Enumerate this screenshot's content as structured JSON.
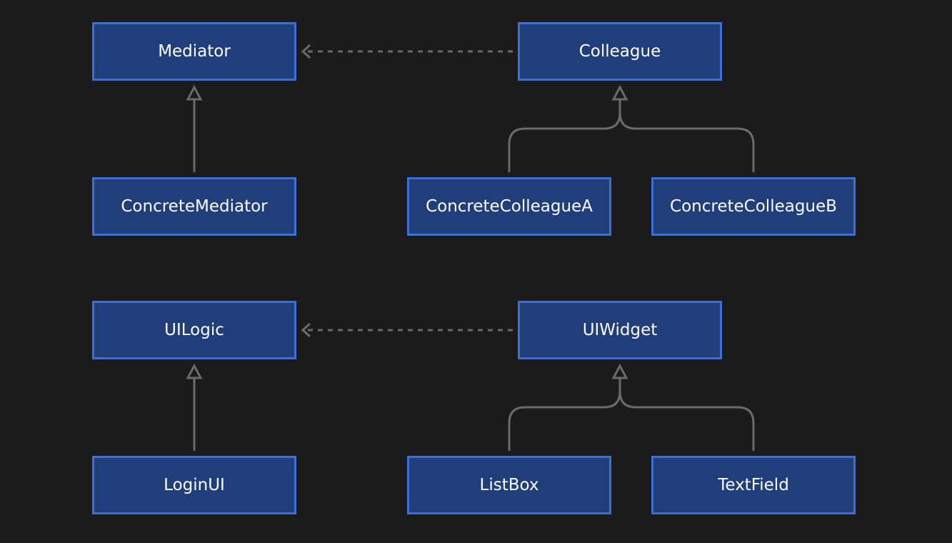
{
  "colors": {
    "background": "#1b1b1b",
    "node_fill": "#1f3e7a",
    "node_border": "#3d6fd6",
    "node_text": "#ffffff",
    "edge": "#6a6a6a"
  },
  "diagrams": [
    {
      "mediator": "Mediator",
      "colleague": "Colleague",
      "concrete_mediator": "ConcreteMediator",
      "concrete_colleague_a": "ConcreteColleagueA",
      "concrete_colleague_b": "ConcreteColleagueB"
    },
    {
      "mediator": "UILogic",
      "colleague": "UIWidget",
      "concrete_mediator": "LoginUI",
      "concrete_colleague_a": "ListBox",
      "concrete_colleague_b": "TextField"
    }
  ],
  "edges": [
    {
      "from": "Colleague",
      "to": "Mediator",
      "kind": "dependency"
    },
    {
      "from": "ConcreteMediator",
      "to": "Mediator",
      "kind": "inheritance"
    },
    {
      "from": "ConcreteColleagueA",
      "to": "Colleague",
      "kind": "inheritance"
    },
    {
      "from": "ConcreteColleagueB",
      "to": "Colleague",
      "kind": "inheritance"
    },
    {
      "from": "UIWidget",
      "to": "UILogic",
      "kind": "dependency"
    },
    {
      "from": "LoginUI",
      "to": "UILogic",
      "kind": "inheritance"
    },
    {
      "from": "ListBox",
      "to": "UIWidget",
      "kind": "inheritance"
    },
    {
      "from": "TextField",
      "to": "UIWidget",
      "kind": "inheritance"
    }
  ]
}
